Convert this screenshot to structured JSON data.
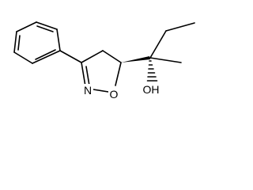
{
  "molecule": {
    "atoms": {
      "nitrogen": "N",
      "ring_oxygen": "O",
      "hydroxyl": "OH"
    }
  }
}
